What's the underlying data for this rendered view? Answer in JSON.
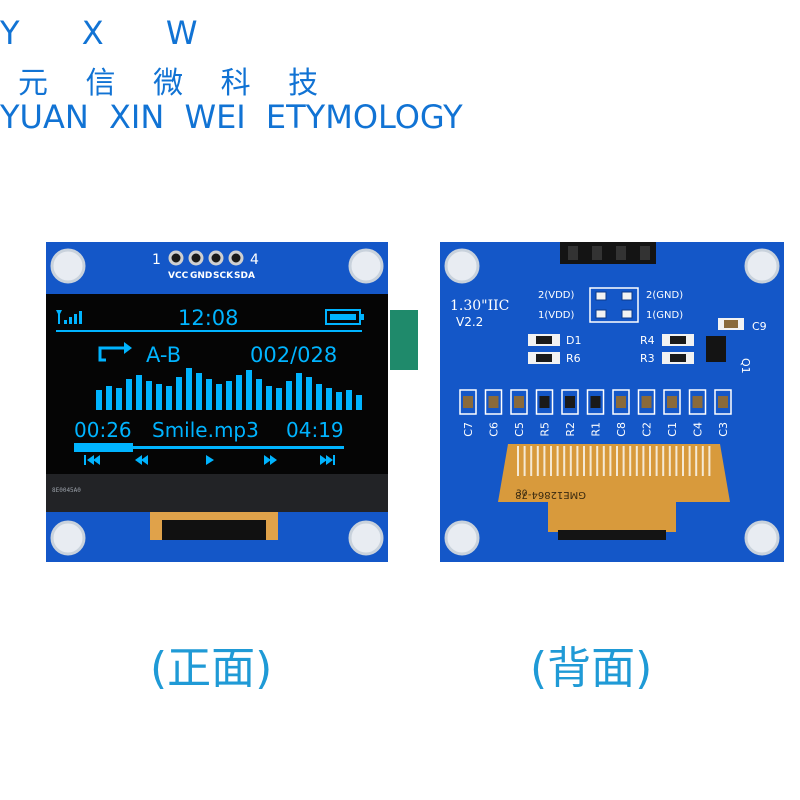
{
  "brand": {
    "abbr": "Y X W",
    "chinese": "元 信 微 科 技",
    "english": "YUAN XIN WEI ETYMOLOGY"
  },
  "front": {
    "caption": "(正面)",
    "pin_number_left": "1",
    "pin_number_right": "4",
    "pin_labels": [
      "VCC",
      "GND",
      "SCK",
      "SDA"
    ],
    "screen": {
      "clock": "12:08",
      "mode": "A-B",
      "track_index": "002/028",
      "elapsed": "00:26",
      "song": "Smile.mp3",
      "duration": "04:19",
      "spectrum_levels": [
        0.45,
        0.55,
        0.5,
        0.7,
        0.8,
        0.65,
        0.6,
        0.55,
        0.75,
        0.95,
        0.85,
        0.7,
        0.6,
        0.65,
        0.8,
        0.9,
        0.7,
        0.55,
        0.5,
        0.65,
        0.85,
        0.75,
        0.6,
        0.5,
        0.4,
        0.45,
        0.35
      ],
      "progress": 0.22
    },
    "panel_code": "8E0045A0",
    "accent_color": "#00b4ff",
    "pcb_color": "#1457c8"
  },
  "back": {
    "caption": "(背面)",
    "size_label": "1.30\"IIC",
    "version": "V2.2",
    "vdd_option_2": "2(VDD)",
    "vdd_option_1": "1(VDD)",
    "gnd_option_2": "2(GND)",
    "gnd_option_1": "1(GND)",
    "components": {
      "D1": "D1",
      "R6": "R6",
      "R4": "R4",
      "R3": "R3",
      "C9": "C9",
      "Q1": "Q1"
    },
    "component_row": [
      "C7",
      "C6",
      "C5",
      "R5",
      "R2",
      "R1",
      "C8",
      "C2",
      "C1",
      "C4",
      "C3"
    ],
    "flex_code": "GME12864-78",
    "flex_pin": "30",
    "gold_color": "#d89a3c"
  }
}
